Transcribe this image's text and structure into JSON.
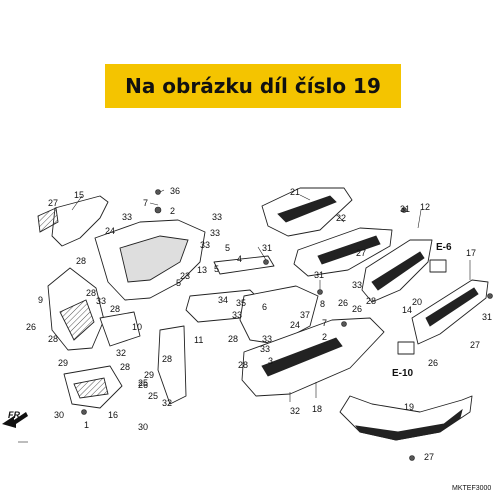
{
  "banner": {
    "text": "Na obrázku díl číslo 19",
    "color": "#f4c400"
  },
  "diagram_code": "MKTEF3000",
  "direction_label": "FR.",
  "ref_e6": "E-6",
  "ref_e10": "E-10",
  "callouts": {
    "c1": "36",
    "c2": "7",
    "c3": "2",
    "c4": "33",
    "c5": "33",
    "c6": "24",
    "c7": "15",
    "c8": "27",
    "c9": "33",
    "c10": "28",
    "c11": "33",
    "c12": "5",
    "c13": "4",
    "c14": "13",
    "c15": "23",
    "c16": "5",
    "c17": "34",
    "c18": "31",
    "c19": "21",
    "c20": "22",
    "c21": "31",
    "c22": "12",
    "c23": "27",
    "c24": "9",
    "c25": "28",
    "c26": "33",
    "c27": "26",
    "c28": "28",
    "c29": "10",
    "c30": "28",
    "c31": "32",
    "c32": "28",
    "c33": "29",
    "c34": "30",
    "c35": "25",
    "c36": "16",
    "c37": "30",
    "c38": "1",
    "c39": "11",
    "c40": "28",
    "c41": "29",
    "c42": "26",
    "c43": "32",
    "c44": "25",
    "c45": "35",
    "c46": "6",
    "c47": "33",
    "c48": "28",
    "c49": "33",
    "c50": "24",
    "c51": "28",
    "c52": "3",
    "c53": "26",
    "c54": "8",
    "c55": "37",
    "c56": "7",
    "c57": "2",
    "c58": "33",
    "c59": "32",
    "c60": "18",
    "c61": "31",
    "c62": "14",
    "c63": "20",
    "c64": "26",
    "c65": "17",
    "c66": "31",
    "c67": "27",
    "c68": "19",
    "c69": "27",
    "c70": "5",
    "c71": "33",
    "c72": "28",
    "c73": "26"
  }
}
